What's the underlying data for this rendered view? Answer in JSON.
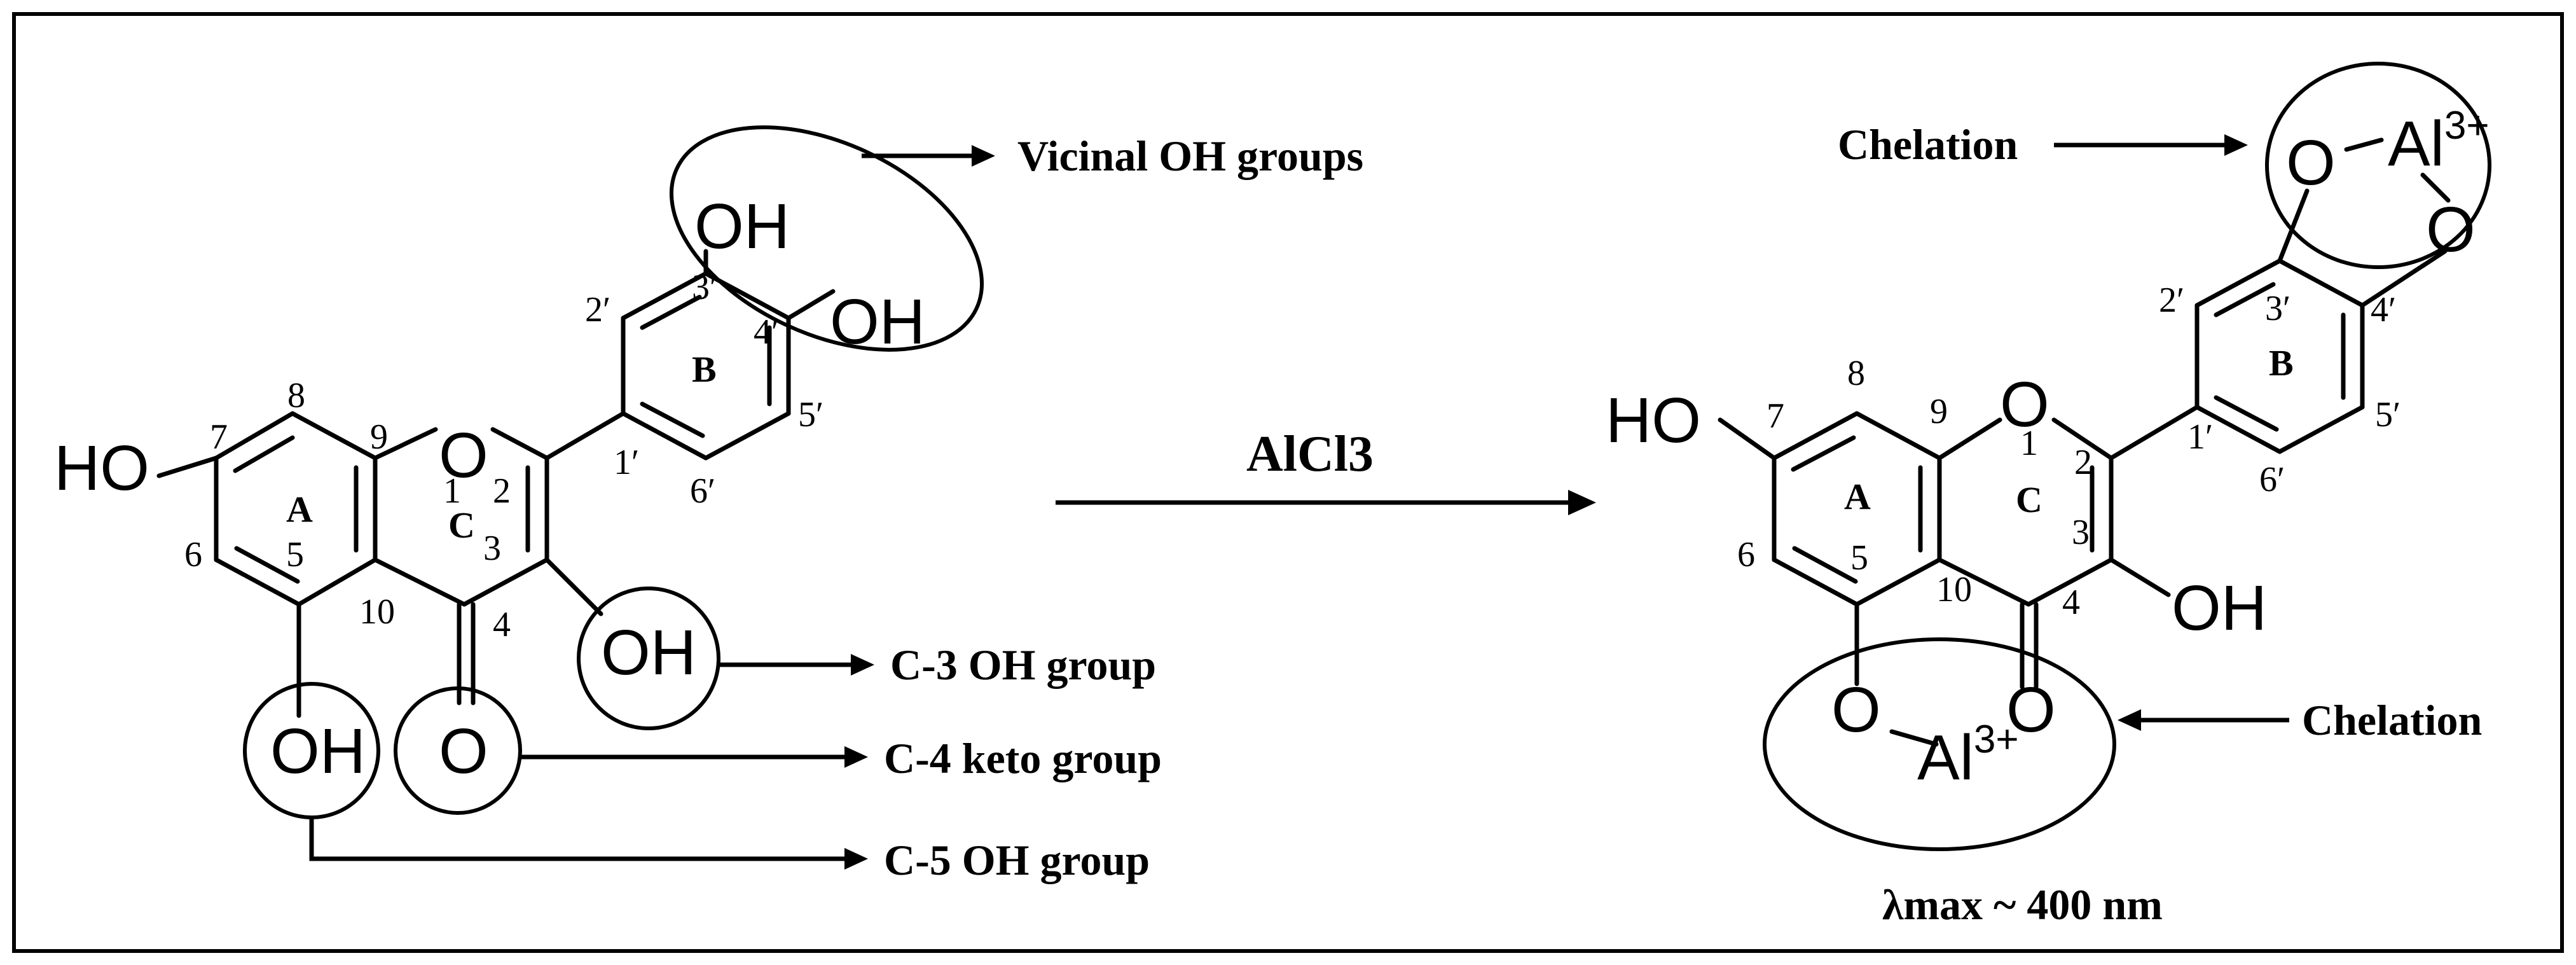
{
  "reactant": {
    "atoms": {
      "ho_7": "HO",
      "o_ring": "O",
      "oh_3": "OH",
      "oh_5": "OH",
      "o_keto": "O",
      "oh_3p": "OH",
      "oh_4p": "OH"
    },
    "positions": [
      "7",
      "8",
      "9",
      "1",
      "2",
      "3",
      "4",
      "10",
      "5",
      "6",
      "1′",
      "2′",
      "3′",
      "4′",
      "5′",
      "6′"
    ],
    "rings": [
      "A",
      "B",
      "C"
    ],
    "annotations": {
      "vicinal": "Vicinal OH groups",
      "c3": "C-3 OH group",
      "c4": "C-4 keto group",
      "c5": "C-5 OH group"
    }
  },
  "reaction": {
    "reagent": "AlCl3"
  },
  "product": {
    "atoms": {
      "ho_7": "HO",
      "o_ring": "O",
      "oh_3": "OH",
      "o_5": "O",
      "o_keto": "O",
      "al_bottom": "Al",
      "al_bottom_charge": "3+",
      "o_3p": "O",
      "o_4p": "O",
      "al_top": "Al",
      "al_top_charge": "3+"
    },
    "positions": [
      "7",
      "8",
      "9",
      "1",
      "2",
      "3",
      "4",
      "10",
      "5",
      "6",
      "1′",
      "2′",
      "3′",
      "4′",
      "5′",
      "6′"
    ],
    "rings": [
      "A",
      "B",
      "C"
    ],
    "annotations": {
      "chelation_top": "Chelation",
      "chelation_bottom": "Chelation"
    },
    "lambda_max": "λmax ~ 400 nm"
  }
}
